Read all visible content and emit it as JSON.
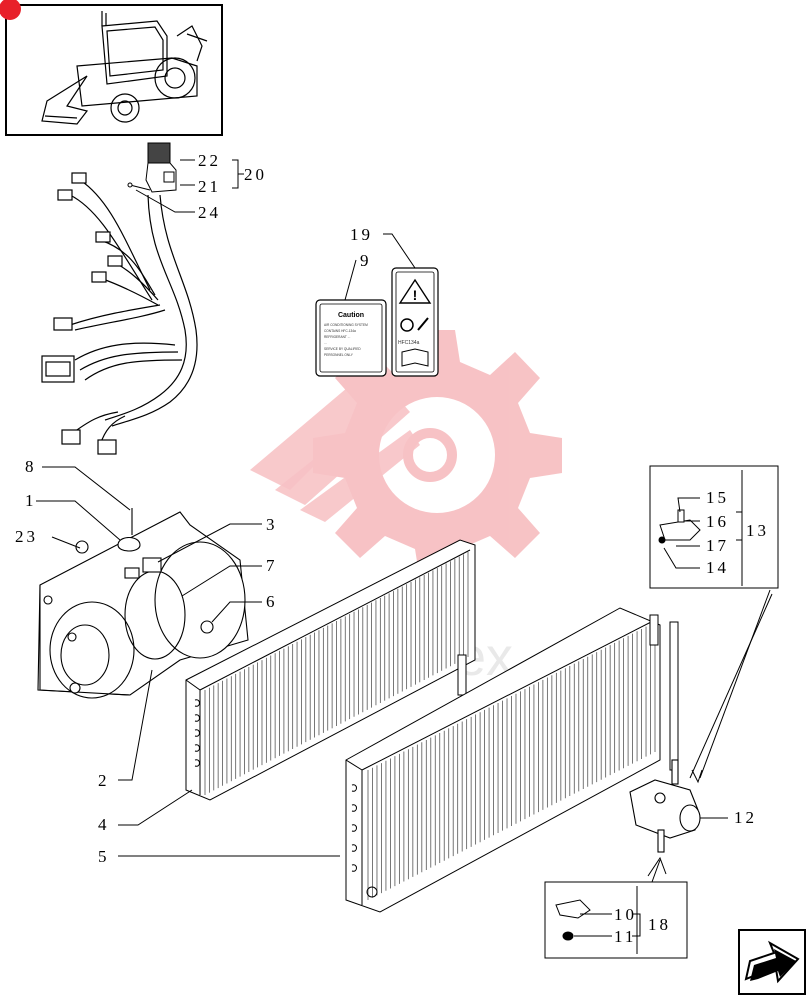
{
  "diagram": {
    "watermark": "Tractorex",
    "decal_caution_title": "Caution",
    "decal_caution_lines": [
      "AIR CONDITIONING SYSTEM",
      "CONTAINS HFC-134a",
      "REFRIGERANT ...",
      "...",
      "SERVICE BY QUALIFIED",
      "PERSONNEL ONLY"
    ],
    "decal_warning_label": "HFC134a",
    "callouts": {
      "c1": "1",
      "c2": "2",
      "c3": "3",
      "c4": "4",
      "c5": "5",
      "c6": "6",
      "c7": "7",
      "c8": "8",
      "c9": "9",
      "c10": "10",
      "c11": "11",
      "c12": "12",
      "c13": "13",
      "c14": "14",
      "c15": "15",
      "c16": "16",
      "c17": "17",
      "c18": "18",
      "c19": "19",
      "c20": "20",
      "c21": "21",
      "c22": "22",
      "c23": "23",
      "c24": "24"
    },
    "colors": {
      "line": "#000000",
      "watermark": "#f6b8bb",
      "accent": "#e8202a"
    },
    "icons": [
      "backhoe-loader-thumbnail",
      "next-page-arrow-icon",
      "warning-triangle-icon",
      "gear-icon",
      "wrench-icon",
      "manual-book-icon"
    ]
  }
}
